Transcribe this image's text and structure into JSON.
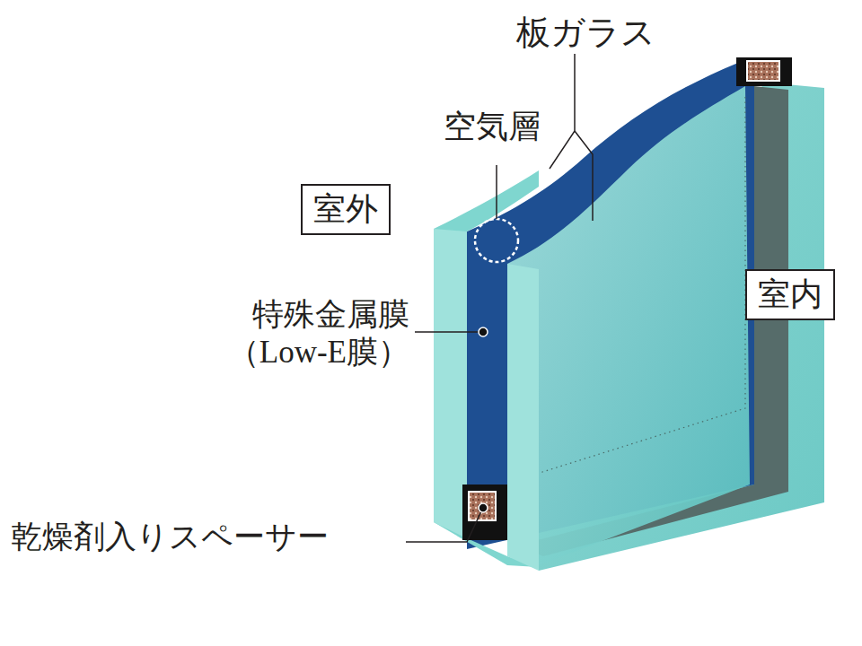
{
  "diagram": {
    "nodes": [
      {
        "text": [
          "室外"
        ]
      },
      {
        "text": [
          "室内"
        ]
      }
    ],
    "labels": [
      "板ガラス",
      "空気層",
      "特殊金属膜 （Low-E膜）",
      "乾燥剤入りスペーサー"
    ]
  }
}
